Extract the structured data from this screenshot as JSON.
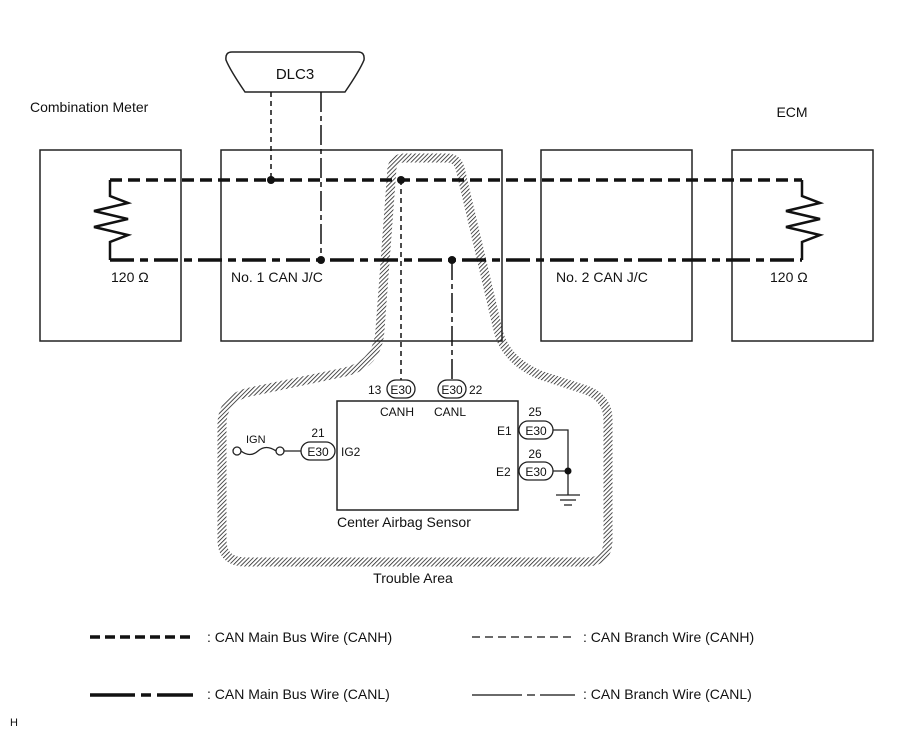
{
  "diagram": {
    "components": {
      "dlc3": "DLC3",
      "combination_meter": "Combination Meter",
      "ecm": "ECM",
      "can_jc1": "No. 1 CAN J/C",
      "can_jc2": "No. 2 CAN J/C",
      "airbag_sensor": "Center Airbag Sensor",
      "trouble_area": "Trouble Area"
    },
    "resistors": {
      "left": "120 Ω",
      "right": "120 Ω"
    },
    "connectors": {
      "canh": {
        "code": "E30",
        "pin": "13",
        "signal": "CANH"
      },
      "canl": {
        "code": "E30",
        "pin": "22",
        "signal": "CANL"
      },
      "ig2": {
        "code": "E30",
        "pin": "21",
        "signal": "IG2"
      },
      "e1": {
        "code": "E30",
        "pin": "25",
        "signal": "E1"
      },
      "e2": {
        "code": "E30",
        "pin": "26",
        "signal": "E2"
      }
    },
    "ign_label": "IGN"
  },
  "legend": {
    "items": [
      {
        "label": ": CAN Main Bus Wire (CANH)"
      },
      {
        "label": ": CAN Branch Wire (CANH)"
      },
      {
        "label": ": CAN Main Bus Wire (CANL)"
      },
      {
        "label": ": CAN Branch Wire (CANL)"
      }
    ]
  },
  "footer_mark": "H"
}
